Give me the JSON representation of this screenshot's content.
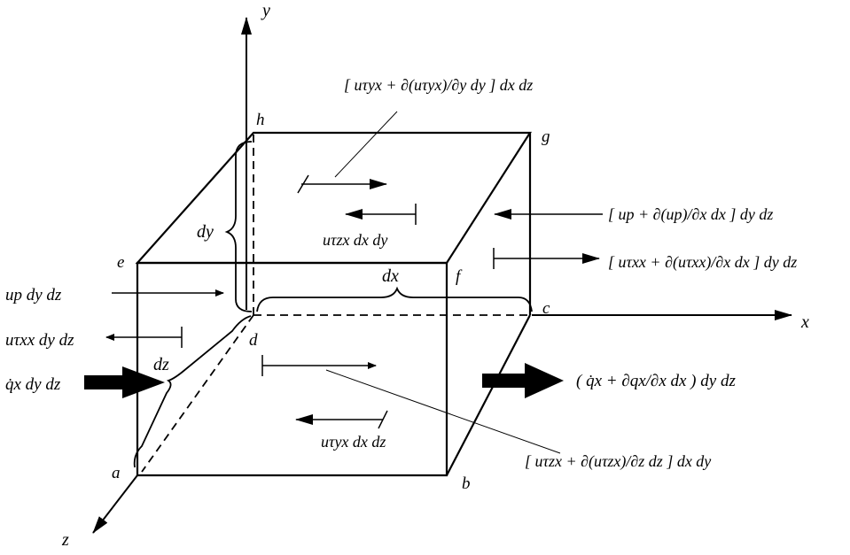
{
  "axes": {
    "x": "x",
    "y": "y",
    "z": "z"
  },
  "corners": {
    "a": "a",
    "b": "b",
    "c": "c",
    "d": "d",
    "e": "e",
    "f": "f",
    "g": "g",
    "h": "h"
  },
  "dims": {
    "dx": "dx",
    "dy": "dy",
    "dz": "dz"
  },
  "terms": {
    "up_in": "up dy dz",
    "tauxx_in": "uτxx dy dz",
    "q_in": "q̇x dy dz",
    "tauzx_top": "uτzx dx dy",
    "tauyx_bottom": "uτyx dx dz",
    "tauyx_top": "[ uτyx + ∂(uτyx)/∂y dy ] dx dz",
    "up_out": "[ up + ∂(up)/∂x dx ] dy dz",
    "tauxx_out": "[ uτxx + ∂(uτxx)/∂x dx ] dy dz",
    "q_out": "( q̇x + ∂qx/∂x dx ) dy dz",
    "tauzx_front": "[ uτzx + ∂(uτzx)/∂z dz ] dx dy"
  }
}
